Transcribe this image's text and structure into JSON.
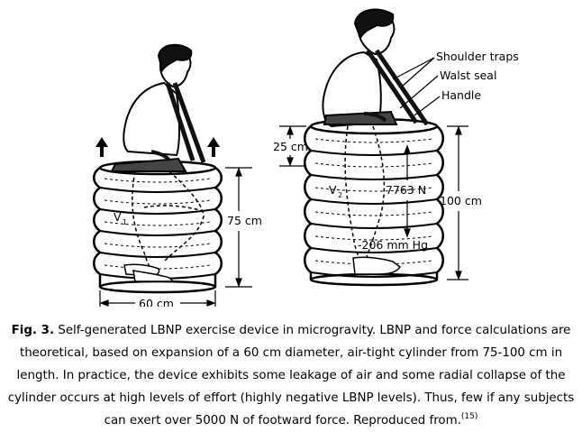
{
  "figure": {
    "left_device": {
      "volume_label": "V",
      "volume_subscript": "1",
      "height_label": "75 cm",
      "diameter_label": "60 cm"
    },
    "right_device": {
      "volume_label": "V",
      "volume_subscript": "2",
      "expansion_label": "25 cm",
      "height_label": "100 cm",
      "force_label": "7763 N",
      "pressure_label": "-206 mm Hg",
      "callouts": [
        "Shoulder traps",
        "Walst seal",
        "Handle"
      ]
    }
  },
  "caption": {
    "fig_label": "Fig. 3.",
    "text": " Self-generated LBNP exercise device in microgravity. LBNP and force calculations are theoretical, based on expansion of a 60 cm diameter, air-tight cylinder from 75-100 cm in length. In practice, the device exhibits some leakage of air and some radial collapse of the cylinder occurs at high levels of effort (highly negative LBNP levels). Thus, few if any subjects can exert over 5000 N of footward force. Reproduced from.",
    "reference": "(15)"
  }
}
